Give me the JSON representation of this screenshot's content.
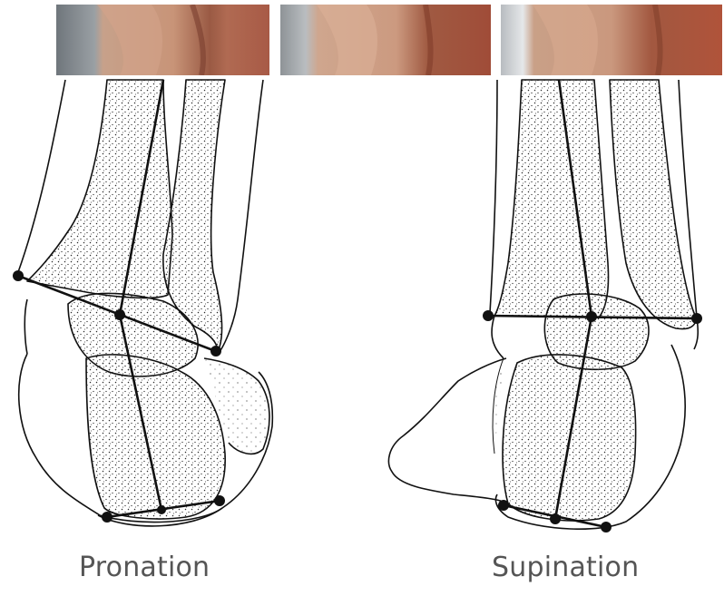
{
  "photos": [
    {
      "name": "photo-pronation",
      "left_tone": "#8a8f93",
      "skin": "#c59278",
      "shadow": "#7a4432"
    },
    {
      "name": "photo-neutral",
      "left_tone": "#a8adb0",
      "skin": "#c99a80",
      "shadow": "#8a4c36"
    },
    {
      "name": "photo-supination",
      "left_tone": "#c9cdd1",
      "skin": "#c8977d",
      "shadow": "#9a5038"
    }
  ],
  "labels": {
    "pronation": "Pronation",
    "supination": "Supination"
  },
  "colors": {
    "bone_fill": "#ffffff",
    "bone_stroke": "#111111",
    "stipple": "#2a2a2a",
    "axis": "#111111",
    "caption": "#555555"
  }
}
